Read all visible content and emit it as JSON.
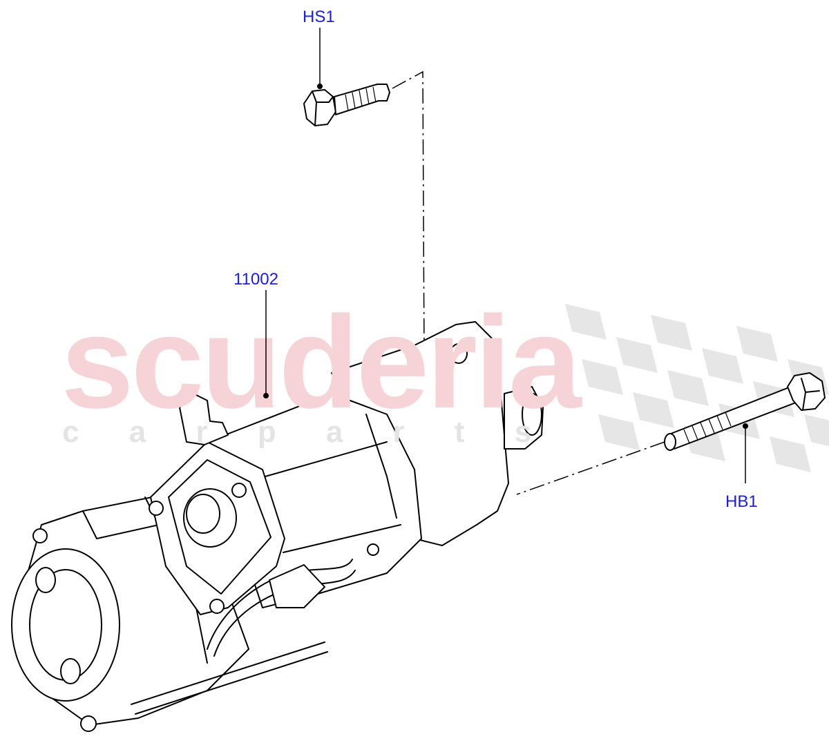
{
  "watermark": {
    "main": "scuderia",
    "sub": "c a r p a r t s",
    "main_color": "#f6d3d6",
    "sub_color": "#e4e4e4"
  },
  "callouts": [
    {
      "id": "HS1",
      "label": "HS1"
    },
    {
      "id": "11002",
      "label": "11002"
    },
    {
      "id": "HB1",
      "label": "HB1"
    }
  ],
  "callout_color": "#1a1aff"
}
